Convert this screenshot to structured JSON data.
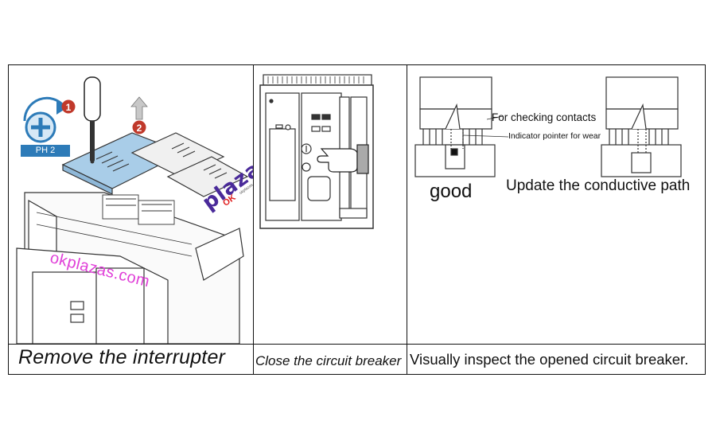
{
  "panels": [
    {
      "caption": "Remove the interrupter",
      "badge": "PH 2",
      "steps": [
        "1",
        "2"
      ],
      "watermark": "okplazas.com",
      "logo": {
        "main": "plazas",
        "ok": "OK",
        "small": "okplazas.com"
      }
    },
    {
      "caption": "Close the circuit breaker"
    },
    {
      "caption": "Visually inspect the opened circuit breaker.",
      "label_good": "good",
      "label_update": "Update the conductive path",
      "callout_contacts": "For checking contacts",
      "callout_indicator": "Indicator pointer for wear"
    }
  ],
  "icons": [
    "screwdriver-icon",
    "rotate-arrow-icon",
    "up-arrow-icon",
    "phillips-head-icon",
    "hand-pointer-icon"
  ],
  "colors": {
    "blue_plate": "#a9cde8",
    "step_red": "#c0392b",
    "watermark": "#e040d8",
    "logo_purple": "#4a2a9a"
  }
}
